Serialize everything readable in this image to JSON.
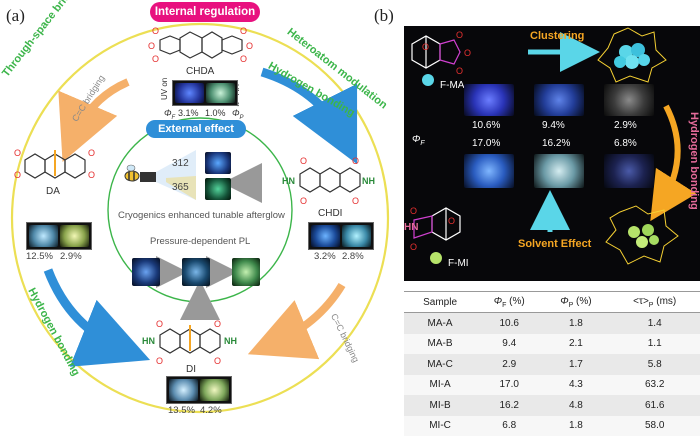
{
  "panel_a": {
    "label": "(a)",
    "internal_regulation": "Internal regulation",
    "external_effect": "External effect",
    "through_space_bridging": "Through-space bridging",
    "heteroatom_modulation": "Heteroatom modulation",
    "cc_bridging_top": "C=C bridging",
    "cc_bridging_bottom": "C=C bridging",
    "hydrogen_bonding_right": "Hydrogen bonding",
    "hydrogen_bonding_left": "Hydrogen bonding",
    "chda": {
      "name": "CHDA",
      "uv_on": "UV on",
      "uv_off": "UV off",
      "phi_f": "Φ",
      "phi_f_sub": "F",
      "phi_f_val": "3.1%",
      "phi_p_val": "1.0%",
      "phi_p": "Φ",
      "phi_p_sub": "P"
    },
    "da": {
      "name": "DA",
      "v1": "12.5%",
      "v2": "2.9%"
    },
    "chdi": {
      "name": "CHDI",
      "v1": "3.2%",
      "v2": "2.8%",
      "hn": "HN",
      "nh": "NH"
    },
    "di": {
      "name": "DI",
      "v1": "13.5%",
      "v2": "4.2%",
      "hn": "HN",
      "nh": "NH"
    },
    "wavelength_312": "312",
    "wavelength_365": "365",
    "cryogenics": "Cryogenics enhanced tunable afterglow",
    "pressure": "Pressure-dependent PL",
    "colors": {
      "magenta": "#e8117f",
      "blue": "#2f8fd8",
      "green": "#3cb54a",
      "orange": "#f5a15a",
      "yellow": "#ecdf54"
    }
  },
  "panel_b": {
    "label": "(b)",
    "clustering": "Clustering",
    "f_ma": "F-MA",
    "f_mi": "F-MI",
    "hydrogen_bonding": "Hydrogen bonding",
    "solvent_effect": "Solvent Effect",
    "phi": "Φ",
    "phi_sub": "F",
    "hn": "HN",
    "row1": [
      "10.6%",
      "9.4%",
      "2.9%"
    ],
    "row2": [
      "17.0%",
      "16.2%",
      "6.8%"
    ],
    "colors": {
      "orange": "#f5a623",
      "cyan": "#5ad6e8",
      "pink": "#e56b9a"
    }
  },
  "table": {
    "headers": [
      "Sample",
      "Φ",
      "Φ",
      "<τ>",
      ""
    ],
    "header_subs": [
      "",
      "F",
      "P",
      "P",
      ""
    ],
    "header_units": [
      "",
      " (%)",
      " (%)",
      " (ms)"
    ],
    "rows": [
      [
        "MA-A",
        "10.6",
        "1.8",
        "1.4"
      ],
      [
        "MA-B",
        "9.4",
        "2.1",
        "1.1"
      ],
      [
        "MA-C",
        "2.9",
        "1.7",
        "5.8"
      ],
      [
        "MI-A",
        "17.0",
        "4.3",
        "63.2"
      ],
      [
        "MI-B",
        "16.2",
        "4.8",
        "61.6"
      ],
      [
        "MI-C",
        "6.8",
        "1.8",
        "58.0"
      ]
    ]
  }
}
